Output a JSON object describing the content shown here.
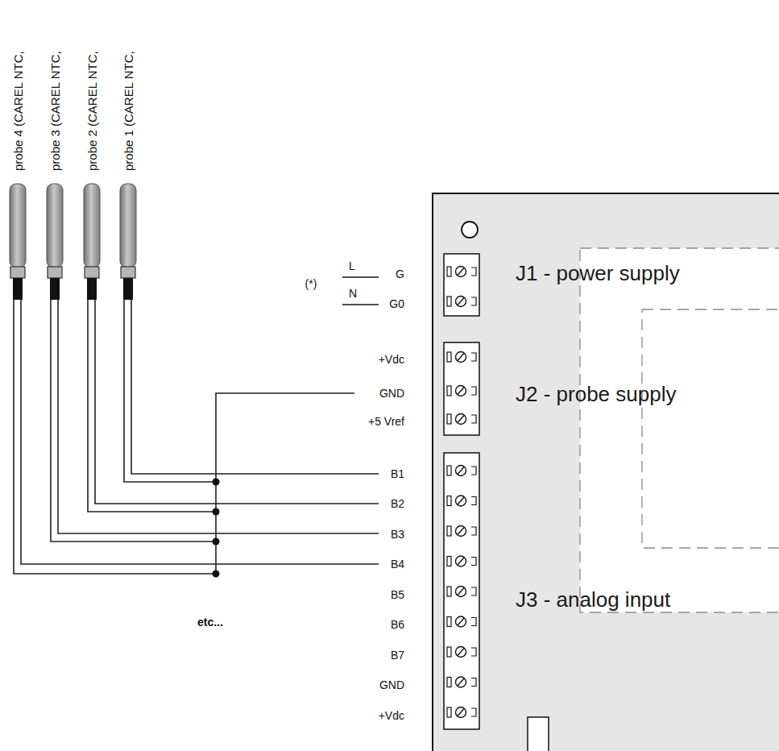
{
  "diagram": {
    "nodes": [
      {
        "text": [
          "probe 4 (CAREL NTC,"
        ]
      },
      {
        "text": [
          "probe 3 (CAREL NTC,"
        ]
      },
      {
        "text": [
          "probe 2 (CAREL NTC,"
        ]
      },
      {
        "text": [
          "probe 1 (CAREL NTC,"
        ]
      },
      {
        "text": [
          "J1 - power supply",
          "J2 - probe supply",
          "J3 - analog input"
        ]
      }
    ],
    "labels": [
      "(*)",
      "L",
      "N",
      "G",
      "G0",
      "+Vdc",
      "GND",
      "+5 Vref",
      "B1",
      "B2",
      "B3",
      "B4",
      "B5",
      "B6",
      "B7",
      "GND",
      "+Vdc",
      "etc..."
    ]
  }
}
